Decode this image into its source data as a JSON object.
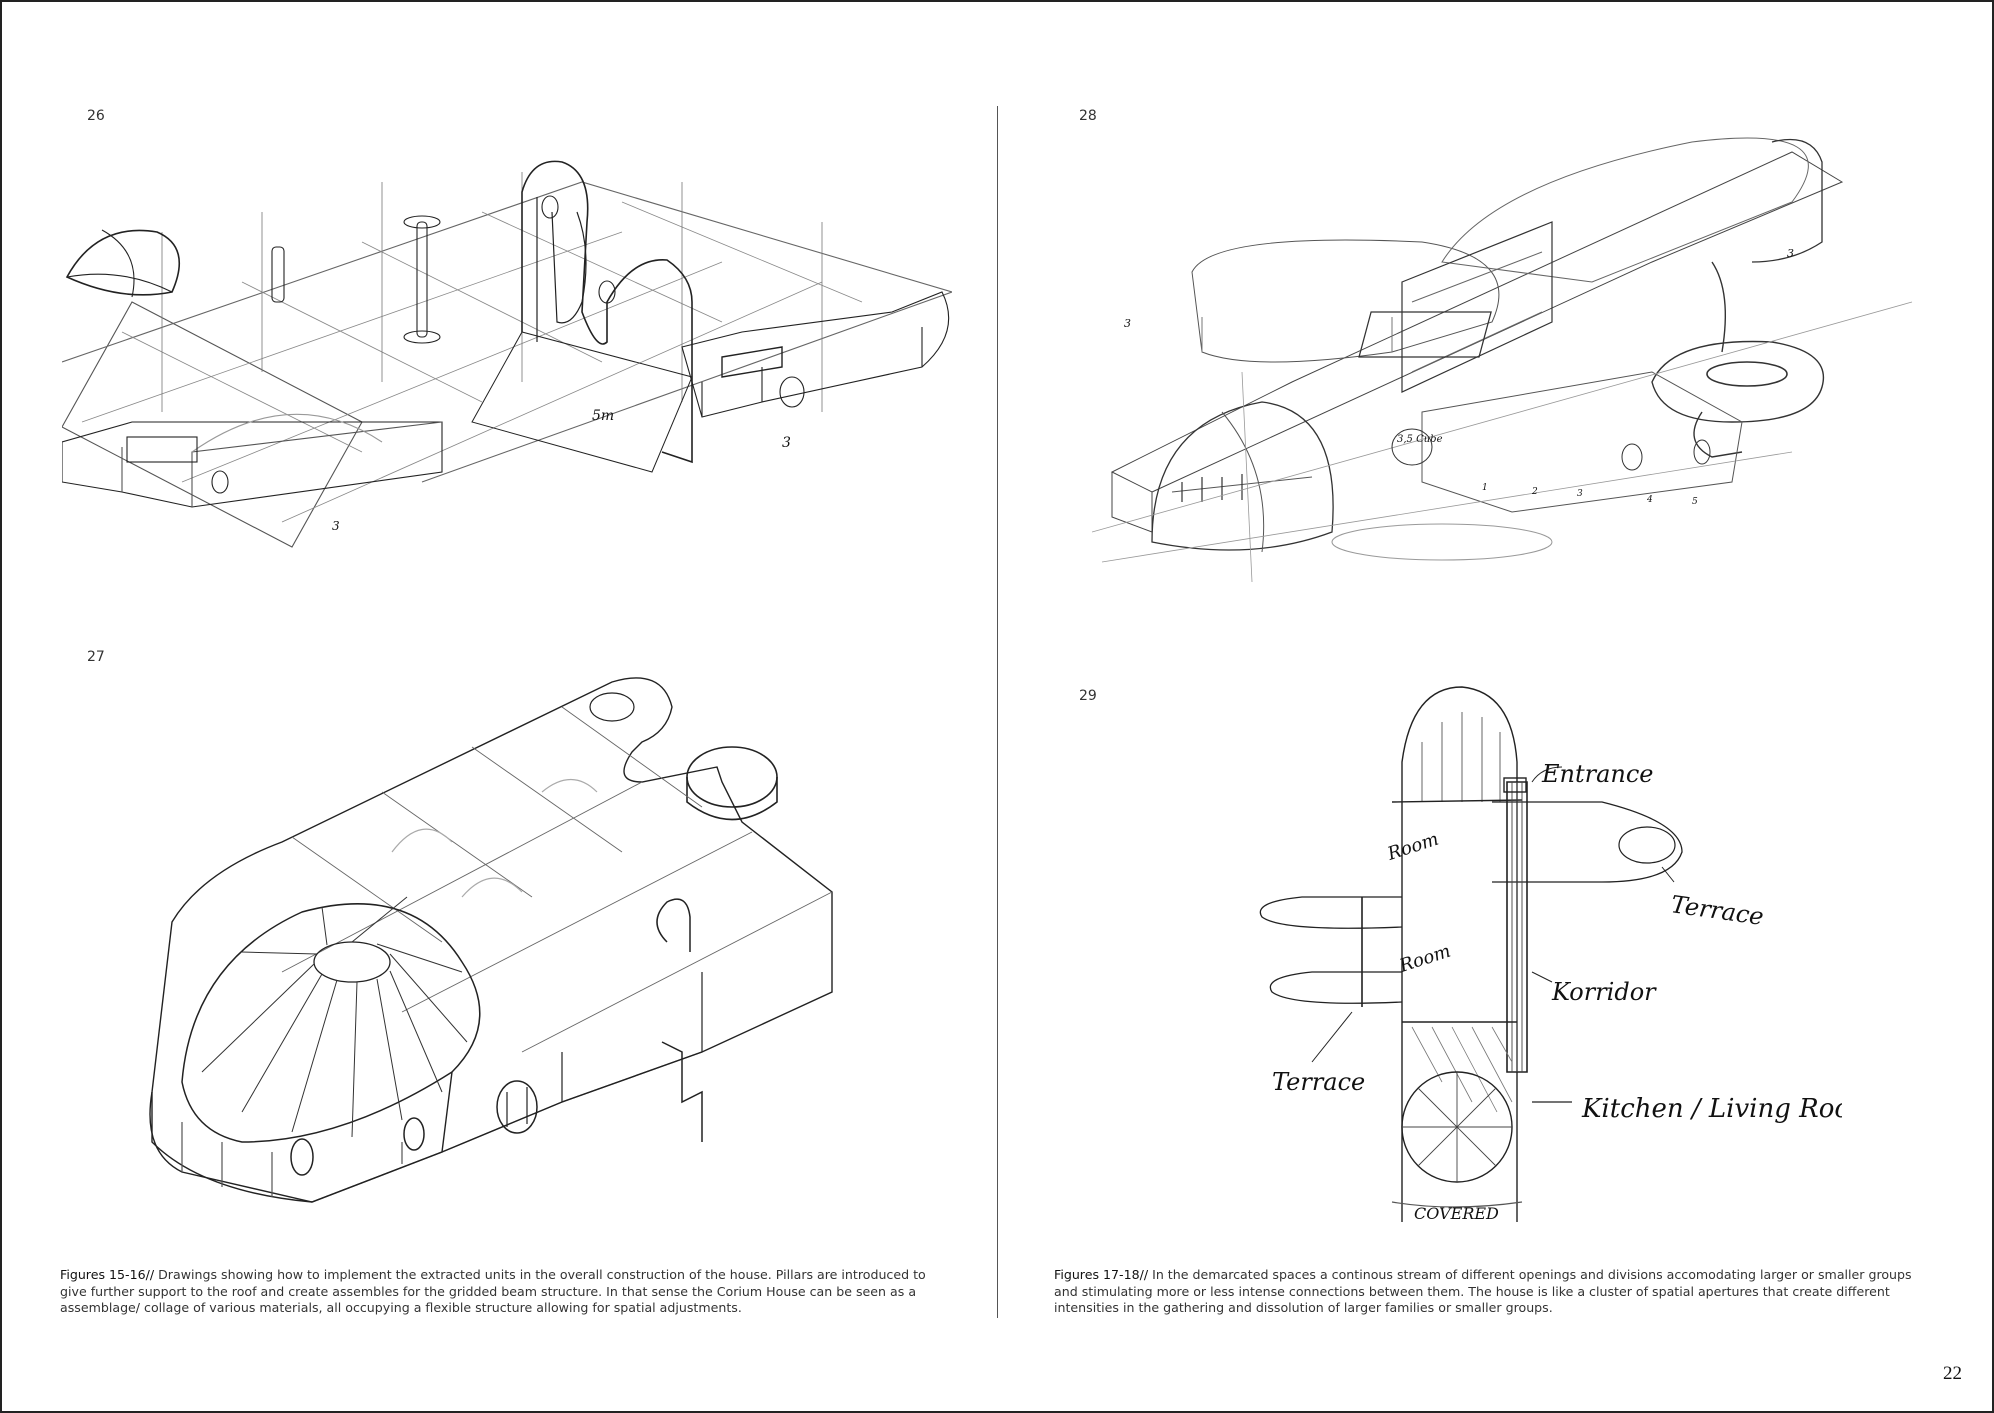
{
  "figures": {
    "f26": {
      "number": "26"
    },
    "f27": {
      "number": "27"
    },
    "f28": {
      "number": "28"
    },
    "f29": {
      "number": "29"
    }
  },
  "sketch_labels": {
    "f26_scale": "5m",
    "f26_dim_a": "3",
    "f26_dim_b": "3",
    "f28_dim_a": "3",
    "f28_dim_b": "3",
    "f28_cube": "3,5 Cube",
    "f28_counts": [
      "1",
      "2",
      "3",
      "4",
      "5"
    ],
    "f29_entrance": "Entrance",
    "f29_room_a": "Room",
    "f29_room_b": "Room",
    "f29_terrace_right": "Terrace",
    "f29_terrace_left": "Terrace",
    "f29_korridor": "Korridor",
    "f29_kitchen": "Kitchen / Living Room",
    "f29_covered": "COVERED"
  },
  "captions": {
    "left": {
      "lead": "Figures 15-16//",
      "body": " Drawings showing how to implement the extracted units in the overall construction of the house. Pillars are introduced to give further support to the roof and create assembles for the gridded beam structure. In that sense the Corium House can be seen as a assemblage/ collage of various materials, all occupying a flexible structure allowing for spatial adjustments."
    },
    "right": {
      "lead": "Figures 17-18//",
      "body": " In the demarcated spaces a continous stream of different openings and divisions accomodating larger or smaller groups and stimulating more or less intense connections between them. The house is like a cluster of spatial apertures that create different intensities in the gathering and dissolution of larger families or smaller groups."
    }
  },
  "page_number": "22"
}
